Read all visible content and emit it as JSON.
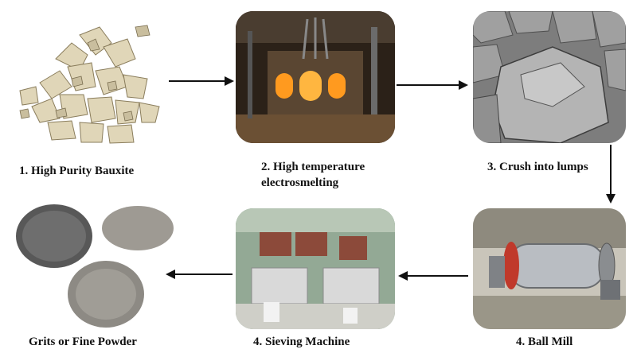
{
  "steps": [
    {
      "label": "1. High Purity Bauxite"
    },
    {
      "label_line1": "2. High temperature",
      "label_line2": "electrosmelting"
    },
    {
      "label": "3. Crush into lumps"
    },
    {
      "label": "4. Ball Mill"
    },
    {
      "label": "4. Sieving Machine"
    },
    {
      "label": "Grits or Fine Powder"
    }
  ]
}
